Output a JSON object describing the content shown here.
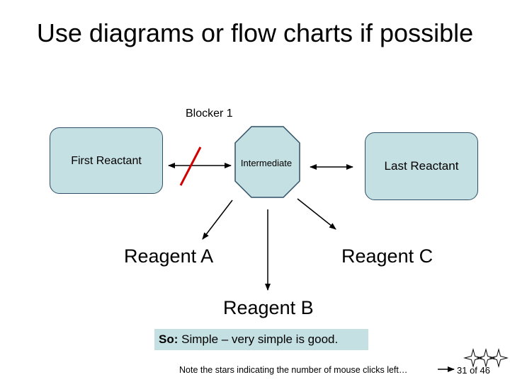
{
  "slide": {
    "title": "Use diagrams or flow charts if possible",
    "page_number": "31 of 46"
  },
  "diagram": {
    "blocker_label": "Blocker 1",
    "first_reactant": "First Reactant",
    "intermediate": "Intermediate",
    "last_reactant": "Last Reactant",
    "reagent_a": "Reagent A",
    "reagent_b": "Reagent B",
    "reagent_c": "Reagent C"
  },
  "callout": {
    "prefix": "So:",
    "text": " Simple – very simple is good."
  },
  "footer": {
    "note": "Note the stars indicating the number of mouse clicks left…"
  },
  "colors": {
    "box_fill": "#c5e0e3",
    "box_border": "#2f4f66",
    "blocker": "#d00000"
  },
  "stars_remaining": 3
}
